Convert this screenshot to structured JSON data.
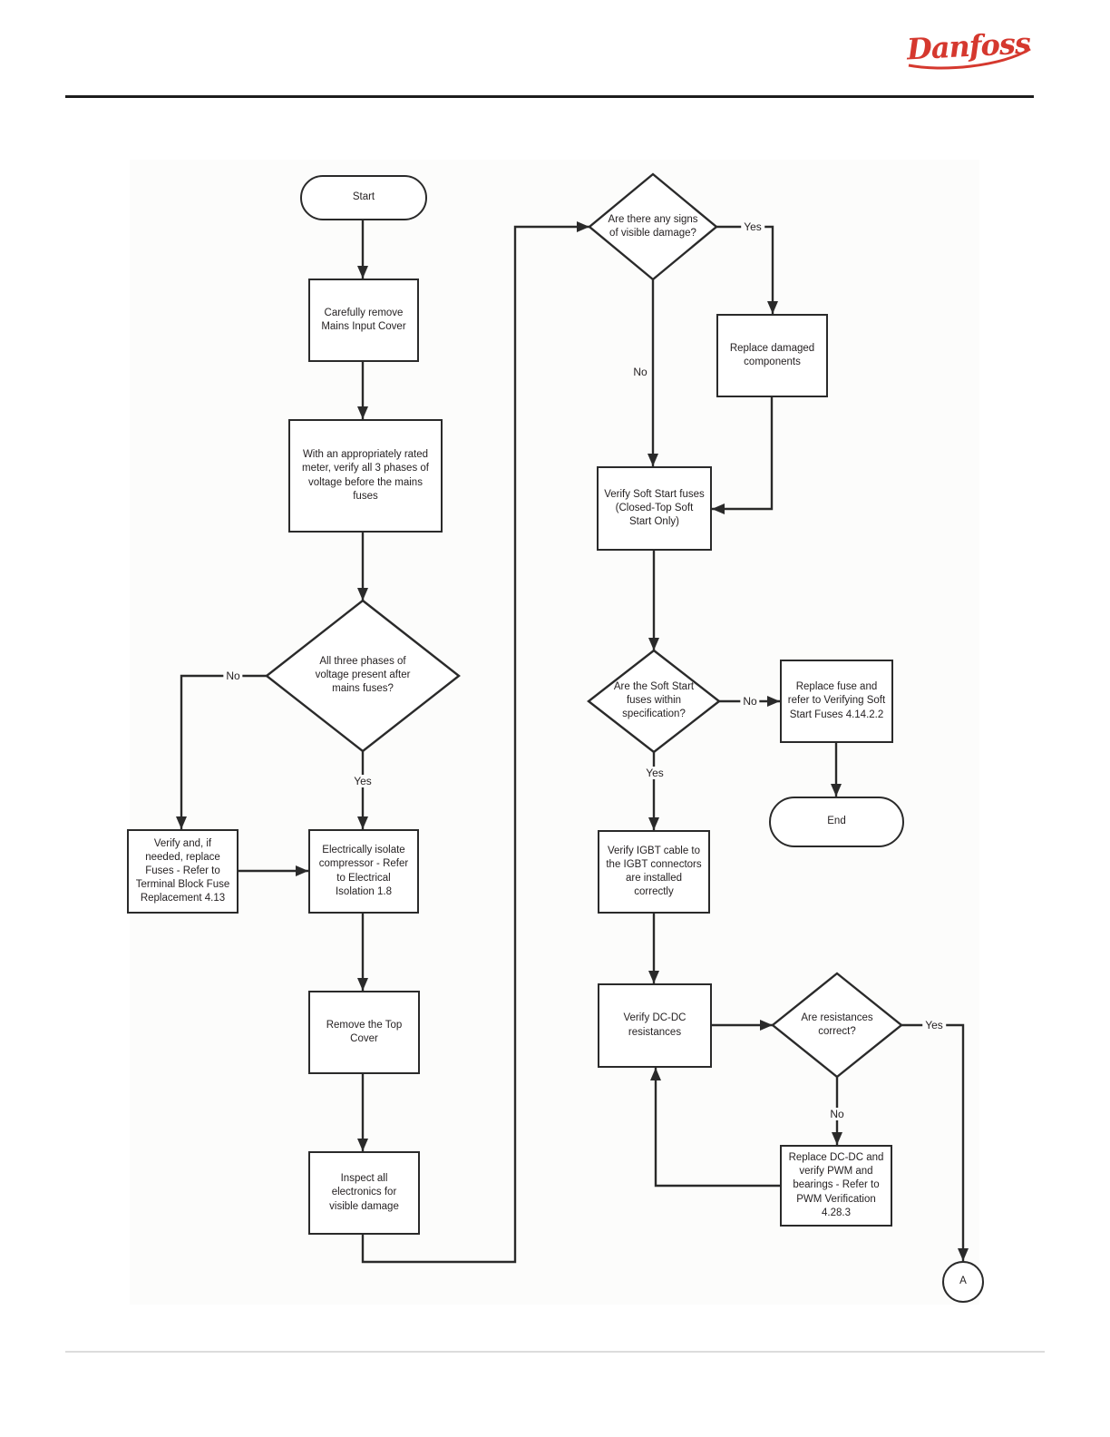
{
  "header": {
    "logo_text": "Danfoss",
    "logo_color": "#d5382e"
  },
  "colors": {
    "line": "#2a2a2a",
    "panel_background": "#fcfcfb",
    "page_background": "#ffffff",
    "text": "#231f20"
  },
  "flowchart": {
    "nodes": {
      "start": {
        "label": "Start",
        "type": "terminator"
      },
      "remove_mains_cover": {
        "label": "Carefully remove\nMains Input Cover",
        "type": "process"
      },
      "verify_voltage": {
        "label": "With an appropriately rated\nmeter, verify all 3 phases of\nvoltage before the mains\nfuses",
        "type": "process"
      },
      "phases_present": {
        "label": "All three phases of\nvoltage present after\nmains fuses?",
        "type": "decision"
      },
      "replace_terminal_fuses": {
        "label": "Verify and, if\nneeded, replace\nFuses - Refer to\nTerminal Block Fuse\nReplacement 4.13",
        "type": "process"
      },
      "isolate_compressor": {
        "label": "Electrically isolate\ncompressor - Refer\nto Electrical\nIsolation 1.8",
        "type": "process"
      },
      "remove_top_cover": {
        "label": "Remove the Top\nCover",
        "type": "process"
      },
      "inspect_electronics": {
        "label": "Inspect all\nelectronics for\nvisible damage",
        "type": "process"
      },
      "visible_damage": {
        "label": "Are there any signs\nof visible damage?",
        "type": "decision"
      },
      "replace_damaged": {
        "label": "Replace damaged\ncomponents",
        "type": "process"
      },
      "verify_soft_start": {
        "label": "Verify Soft Start fuses\n(Closed-Top Soft\nStart Only)",
        "type": "process"
      },
      "fuses_in_spec": {
        "label": "Are the Soft Start\nfuses within\nspecification?",
        "type": "decision"
      },
      "replace_fuse_ref": {
        "label": "Replace fuse and\nrefer to Verifying Soft\nStart Fuses 4.14.2.2",
        "type": "process"
      },
      "end": {
        "label": "End",
        "type": "terminator"
      },
      "verify_igbt": {
        "label": "Verify IGBT cable to\nthe IGBT connectors\nare installed\ncorrectly",
        "type": "process"
      },
      "verify_dcdc": {
        "label": "Verify DC-DC\nresistances",
        "type": "process"
      },
      "resistances_correct": {
        "label": "Are resistances\ncorrect?",
        "type": "decision"
      },
      "replace_dcdc": {
        "label": "Replace DC-DC and\nverify PWM and\nbearings - Refer to\nPWM Verification\n4.28.3",
        "type": "process"
      },
      "connector_a": {
        "label": "A",
        "type": "connector"
      }
    },
    "edge_labels": {
      "phases_no": "No",
      "phases_yes": "Yes",
      "damage_yes": "Yes",
      "damage_no": "No",
      "spec_no": "No",
      "spec_yes": "Yes",
      "resist_yes": "Yes",
      "resist_no": "No"
    }
  }
}
